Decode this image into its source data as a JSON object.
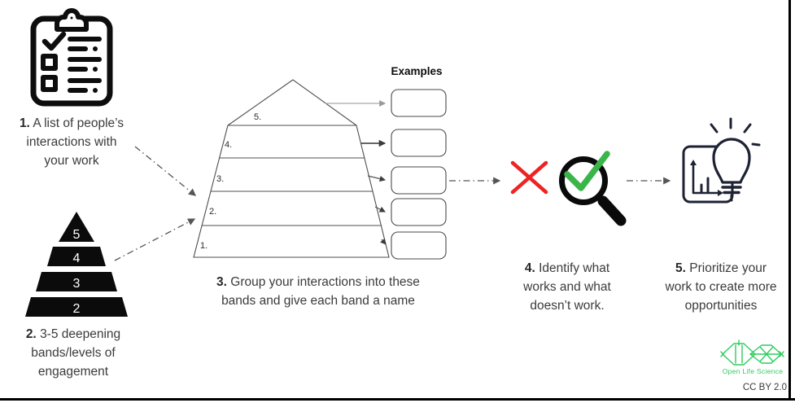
{
  "steps": [
    {
      "number": "1.",
      "lines": [
        "A list of people’s",
        "interactions with",
        "your work"
      ]
    },
    {
      "number": "2.",
      "lines": [
        "3-5 deepening",
        "bands/levels of",
        "engagement"
      ]
    },
    {
      "number": "3.",
      "lines": [
        "Group your interactions into these",
        "bands and give each band a name"
      ]
    },
    {
      "number": "4.",
      "lines": [
        "Identify what",
        "works and what",
        "doesn’t work."
      ]
    },
    {
      "number": "5.",
      "lines": [
        "Prioritize your",
        "work to create more",
        "opportunities"
      ]
    }
  ],
  "diagram": {
    "examples_title": "Examples",
    "band_labels": [
      "5.",
      "4.",
      "3.",
      "2.",
      "1."
    ],
    "example_box_count": 5
  },
  "engagement_pyramid": {
    "levels": [
      "5",
      "4",
      "3",
      "2"
    ]
  },
  "footer": {
    "logo_text": "Open Life Science",
    "license": "CC BY 2.0"
  },
  "colors": {
    "check_green": "#3bb54a",
    "cross_red": "#ee2324",
    "logo_green": "#2ecc5e",
    "icon_ink": "#1d2234",
    "body_text": "#3b3b3b",
    "line_gray": "#555555"
  }
}
